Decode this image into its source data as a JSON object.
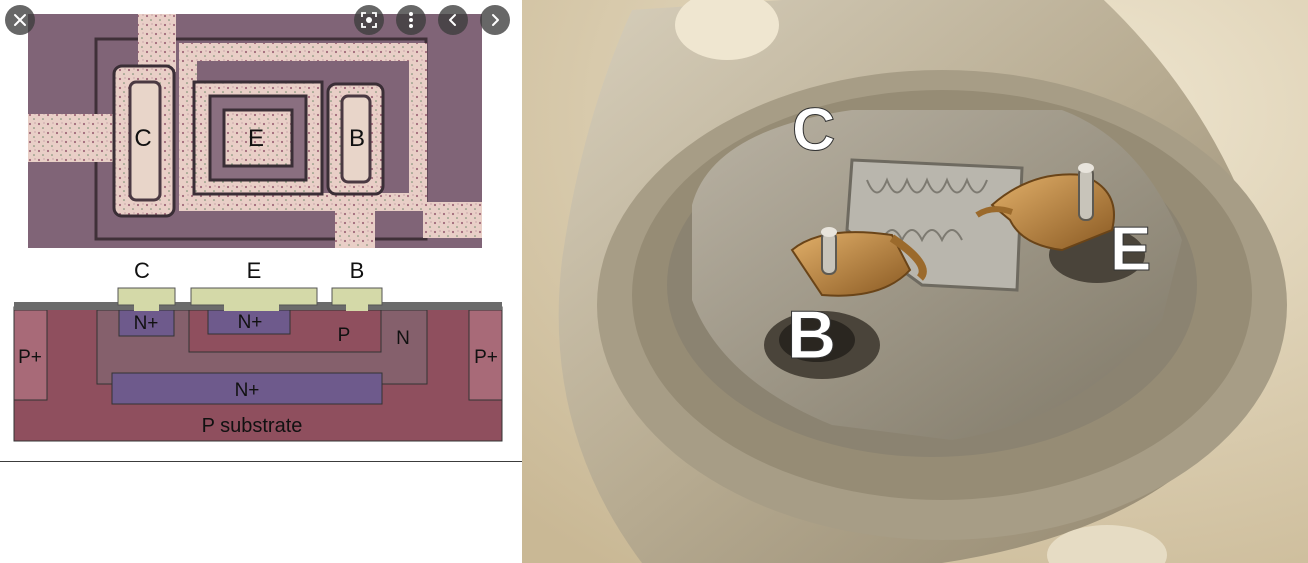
{
  "viewer": {
    "controls": [
      {
        "name": "close-icon"
      },
      {
        "name": "visual-search-icon"
      },
      {
        "name": "more-options-icon"
      },
      {
        "name": "chevron-left-icon"
      },
      {
        "name": "chevron-right-icon"
      }
    ]
  },
  "micrograph": {
    "labels": {
      "c": "C",
      "e": "E",
      "b": "B"
    }
  },
  "cross_section": {
    "terminals": {
      "c": "C",
      "e": "E",
      "b": "B"
    },
    "regions": {
      "p_plus_left": "P+",
      "p_plus_right": "P+",
      "n_plus_collector": "N+",
      "n_plus_emitter": "N+",
      "p_base": "P",
      "n_well": "N",
      "n_plus_buried": "N+",
      "substrate": "P substrate"
    },
    "colors": {
      "substrate": "#8f4f5e",
      "n_region": "#85606c",
      "n_plus": "#6e5a8c",
      "contact": "#d4d9a8",
      "oxide": "#6b6b6b"
    }
  },
  "photo": {
    "labels": {
      "c": "C",
      "b": "B",
      "e": "E"
    }
  }
}
